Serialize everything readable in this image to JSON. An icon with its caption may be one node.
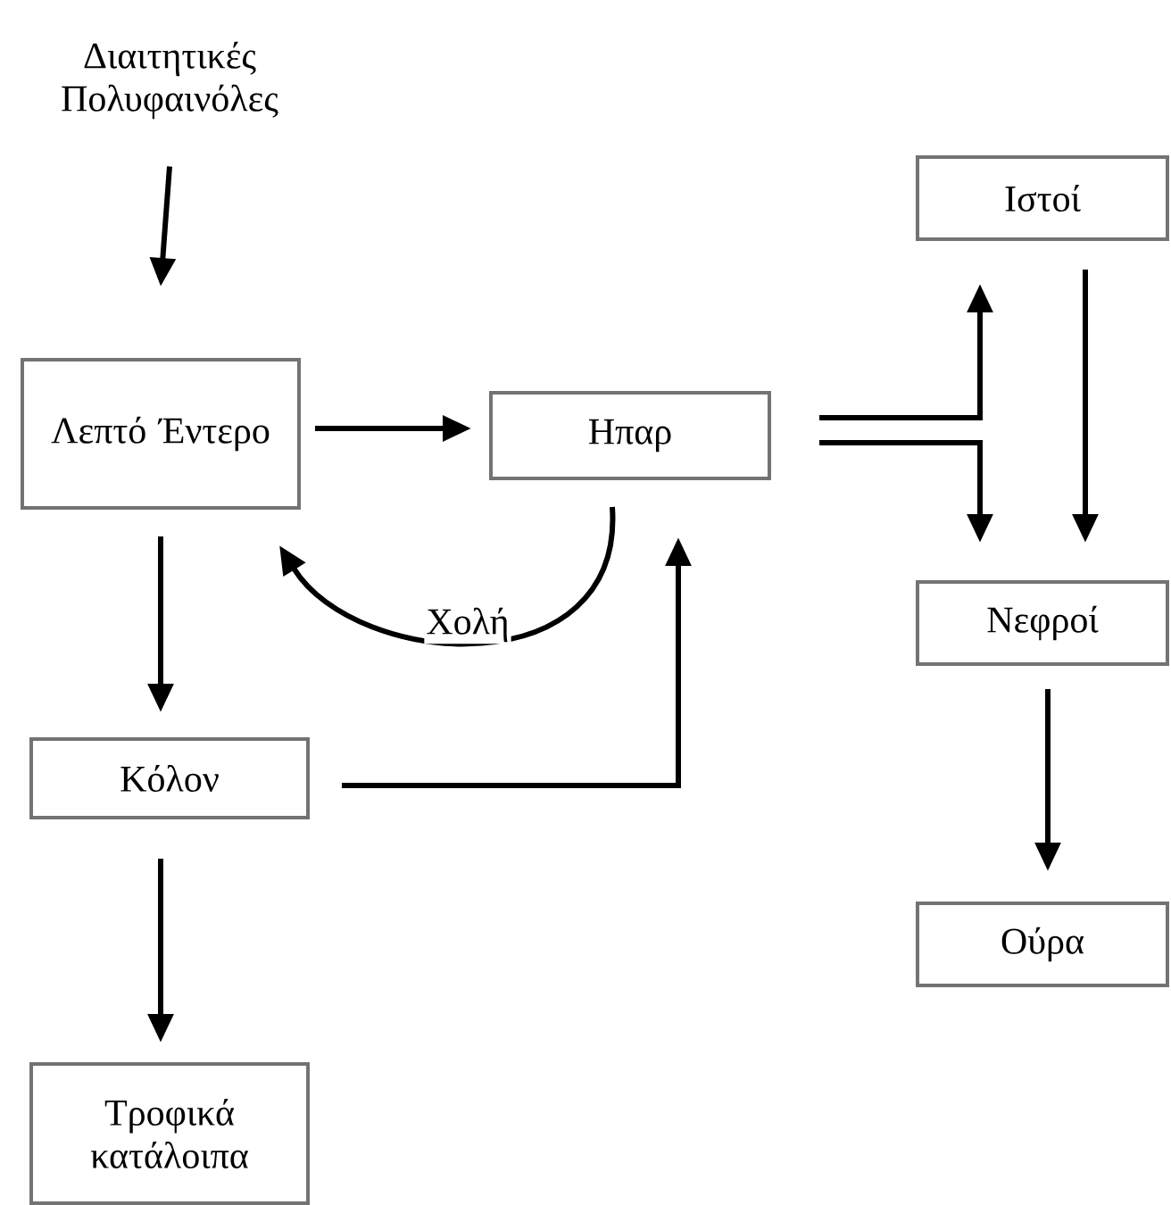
{
  "diagram": {
    "nodes": [
      {
        "text": [
          "Διαιτητικές Πολυφαινόλες"
        ]
      },
      {
        "text": [
          "Λεπτό Έντερο"
        ]
      },
      {
        "text": [
          "Ηπαρ"
        ]
      },
      {
        "text": [
          "Ιστοί"
        ]
      },
      {
        "text": [
          "Νεφροί"
        ]
      },
      {
        "text": [
          "Κόλον"
        ]
      },
      {
        "text": [
          "Ούρα"
        ]
      },
      {
        "text": [
          "Τροφικά κατάλοιπα"
        ]
      }
    ],
    "edges": [
      {
        "from": 0,
        "to": 1,
        "arrow": "to"
      },
      {
        "from": 1,
        "to": 2,
        "arrow": "to"
      },
      {
        "from": 2,
        "to": 1,
        "arrow": "to",
        "label": "Χολή"
      },
      {
        "from": 1,
        "to": 5,
        "arrow": "to"
      },
      {
        "from": 5,
        "to": 2,
        "arrow": "to"
      },
      {
        "from": 2,
        "to": 3,
        "arrow": "to"
      },
      {
        "from": 2,
        "to": 4,
        "arrow": "to"
      },
      {
        "from": 3,
        "to": 4,
        "arrow": "to"
      },
      {
        "from": 4,
        "to": 6,
        "arrow": "to"
      },
      {
        "from": 5,
        "to": 7,
        "arrow": "to"
      }
    ]
  }
}
